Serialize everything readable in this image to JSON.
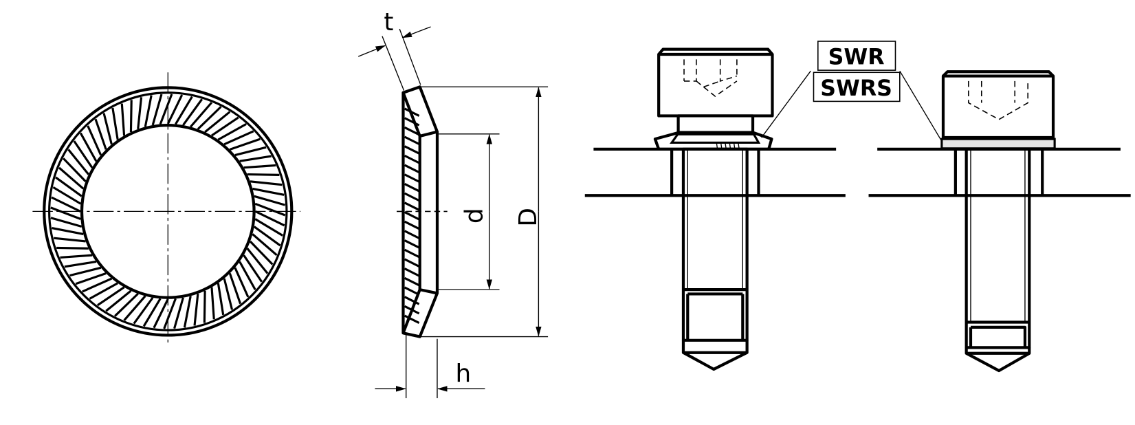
{
  "dimensions": {
    "thickness": "t",
    "inner_diameter": "d",
    "outer_diameter": "D",
    "height": "h"
  },
  "callouts": {
    "type_1": "SWR",
    "type_2": "SWRS"
  },
  "colors": {
    "line": "#000000",
    "washer_fill": "#e6e6e6"
  }
}
